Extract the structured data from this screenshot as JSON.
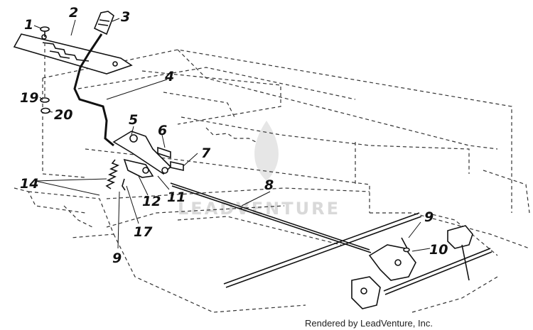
{
  "callouts": {
    "c1": "1",
    "c2": "2",
    "c3": "3",
    "c4": "4",
    "c5": "5",
    "c6": "6",
    "c7": "7",
    "c8": "8",
    "c9a": "9",
    "c9b": "9",
    "c10": "10",
    "c11": "11",
    "c12": "12",
    "c14": "14",
    "c17": "17",
    "c19": "19",
    "c20": "20"
  },
  "watermark": "LEADVENTURE",
  "credit": "Rendered by LeadVenture, Inc."
}
